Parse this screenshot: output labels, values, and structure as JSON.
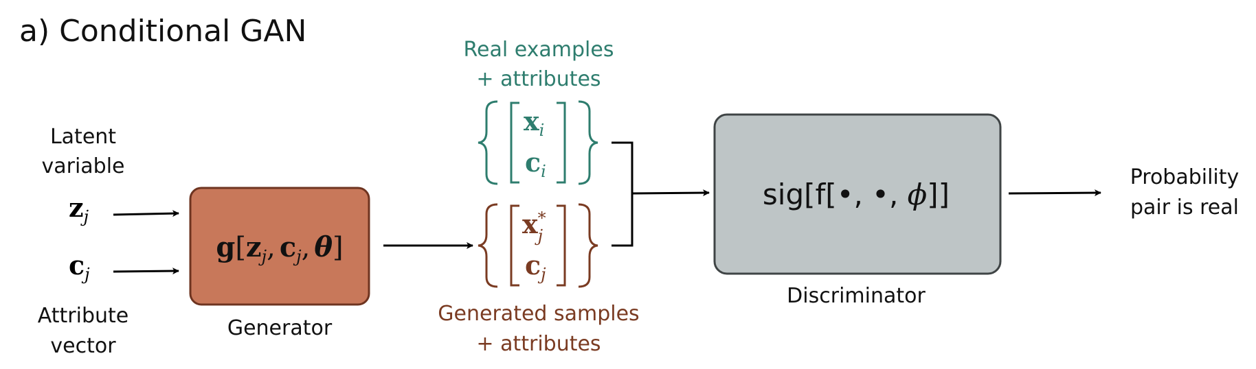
{
  "title": "a) Conditional GAN",
  "colors": {
    "generator_fill": "#c8785a",
    "generator_stroke": "#6e3420",
    "discriminator_fill": "#bec5c6",
    "discriminator_stroke": "#3f4445",
    "real_teal": "#2e7d6e",
    "generated_brown": "#7a3b22",
    "arrow": "#000000"
  },
  "inputs": {
    "latent_label_line1": "Latent",
    "latent_label_line2": "variable",
    "latent_symbol": "z",
    "latent_sub": "j",
    "attr_symbol": "c",
    "attr_sub": "j",
    "attr_label_line1": "Attribute",
    "attr_label_line2": "vector"
  },
  "generator": {
    "formula_func": "g",
    "formula_open": "[",
    "z": "z",
    "z_sub": "j",
    "comma1": ",",
    "c": "c",
    "c_sub": "j",
    "comma2": ",",
    "theta": "θ",
    "formula_close": "]",
    "label": "Generator"
  },
  "real": {
    "title_line1": "Real examples",
    "title_line2": "+ attributes",
    "x": "x",
    "x_sub": "i",
    "c": "c",
    "c_sub": "i"
  },
  "generated": {
    "title_line1": "Generated samples",
    "title_line2": "+ attributes",
    "x": "x",
    "x_sup": "*",
    "x_sub": "j",
    "c": "c",
    "c_sub": "j"
  },
  "discriminator": {
    "formula": "sig[f[•, •, ",
    "phi": "ϕ",
    "formula_close": "]]",
    "label": "Discriminator"
  },
  "output": {
    "line1": "Probability",
    "line2": "pair is real"
  },
  "icons": {
    "arrow": "arrow-right-icon",
    "brace_left": "curly-brace-left-icon",
    "brace_right": "curly-brace-right-icon",
    "bracket": "square-bracket-icon",
    "merge": "merge-connector-icon"
  }
}
